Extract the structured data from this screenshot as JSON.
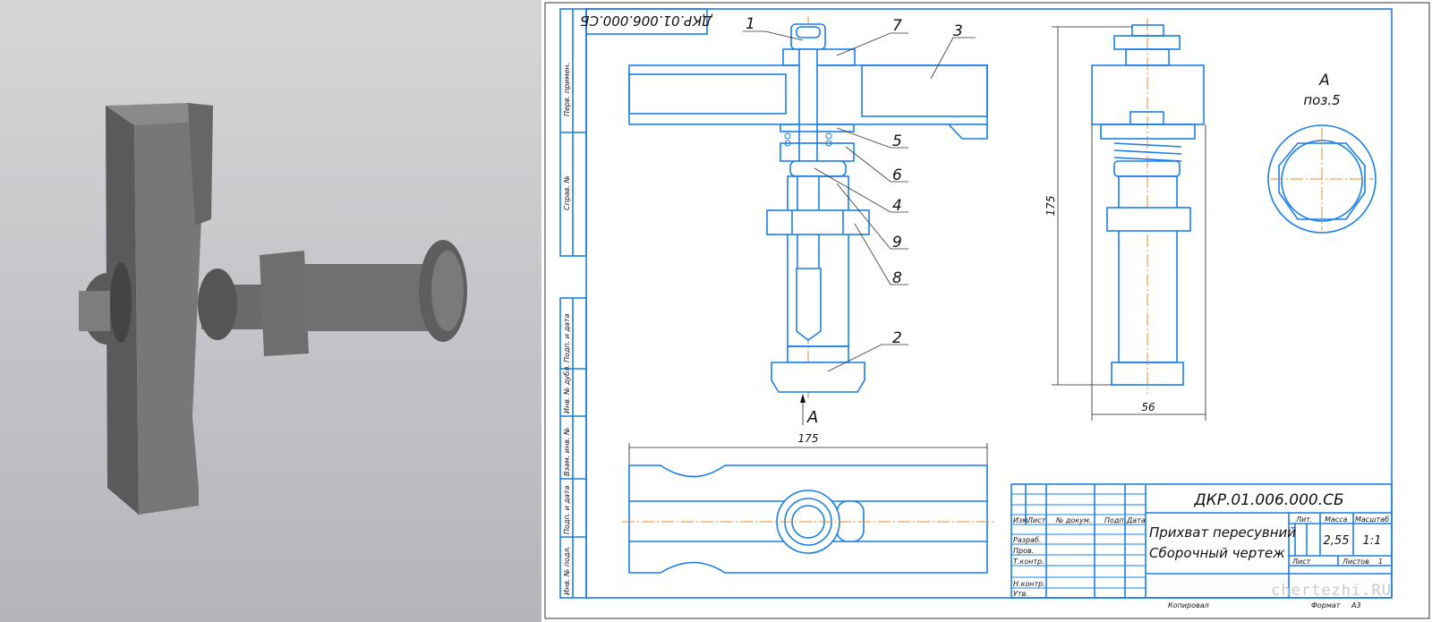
{
  "drawing": {
    "code": "ДКР.01.006.000.СБ",
    "code_stamp": "ДКР.01.006.000.СБ",
    "title_line1": "Прихват пересувний",
    "title_line2": "Сборочный чертеж",
    "lit_label": "Лит.",
    "mass_label": "Масса",
    "scale_label": "Масштаб",
    "mass": "2,55",
    "scale": "1:1",
    "sheet_label": "Лист",
    "sheets_label": "Листов",
    "sheets": "1",
    "copied": "Копировал",
    "format_label": "Формат",
    "format": "А3",
    "watermark": "chertezhi.RU"
  },
  "title_block_rows": {
    "izm": "Изм.",
    "list": "Лист",
    "doc": "№ докум.",
    "sign": "Подп.",
    "date": "Дата",
    "razrab": "Разраб.",
    "prov": "Пров.",
    "tkontr": "Т.контр.",
    "nkontr": "Н.контр.",
    "utv": "Утв."
  },
  "side_stamps": [
    "Перв. примен.",
    "Справ. №",
    "Подп. и дата",
    "Инв. № дубл.",
    "Взам. инв. №",
    "Подп. и дата",
    "Инв. № подл."
  ],
  "positions": [
    "1",
    "7",
    "3",
    "5",
    "6",
    "4",
    "9",
    "8",
    "2"
  ],
  "dimensions": {
    "height": "175",
    "width": "56",
    "length": "175"
  },
  "view_a": {
    "label": "А",
    "note": "поз.5"
  },
  "arrow_label": "А",
  "colors": {
    "line": "#1a7fe6",
    "center": "#e8892b",
    "model": "#6b6b6b"
  }
}
